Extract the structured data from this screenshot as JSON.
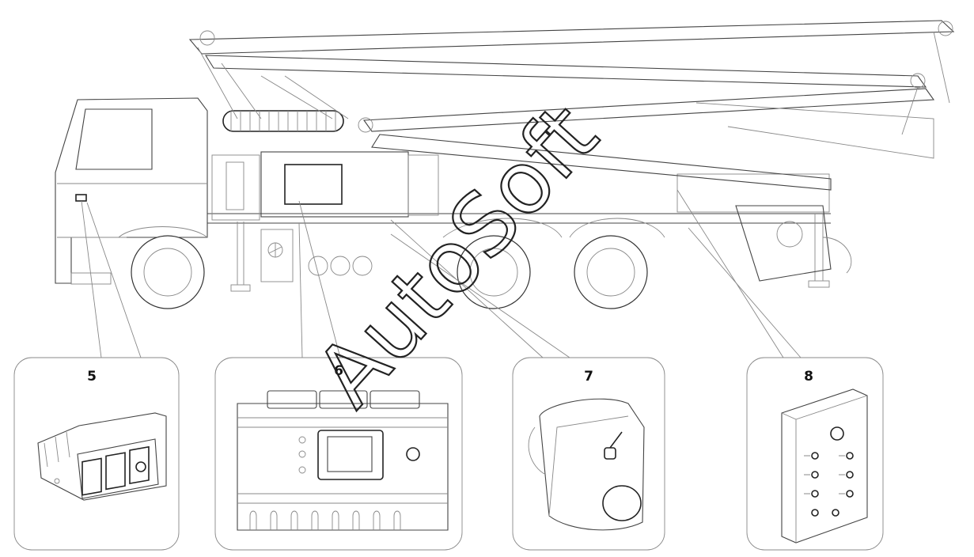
{
  "callouts": [
    {
      "id": "5",
      "label": "5"
    },
    {
      "id": "6",
      "label": "6"
    },
    {
      "id": "7",
      "label": "7"
    },
    {
      "id": "8",
      "label": "8"
    }
  ],
  "watermark": "AutoSoft",
  "colors": {
    "line": "#444444",
    "background": "#ffffff"
  }
}
